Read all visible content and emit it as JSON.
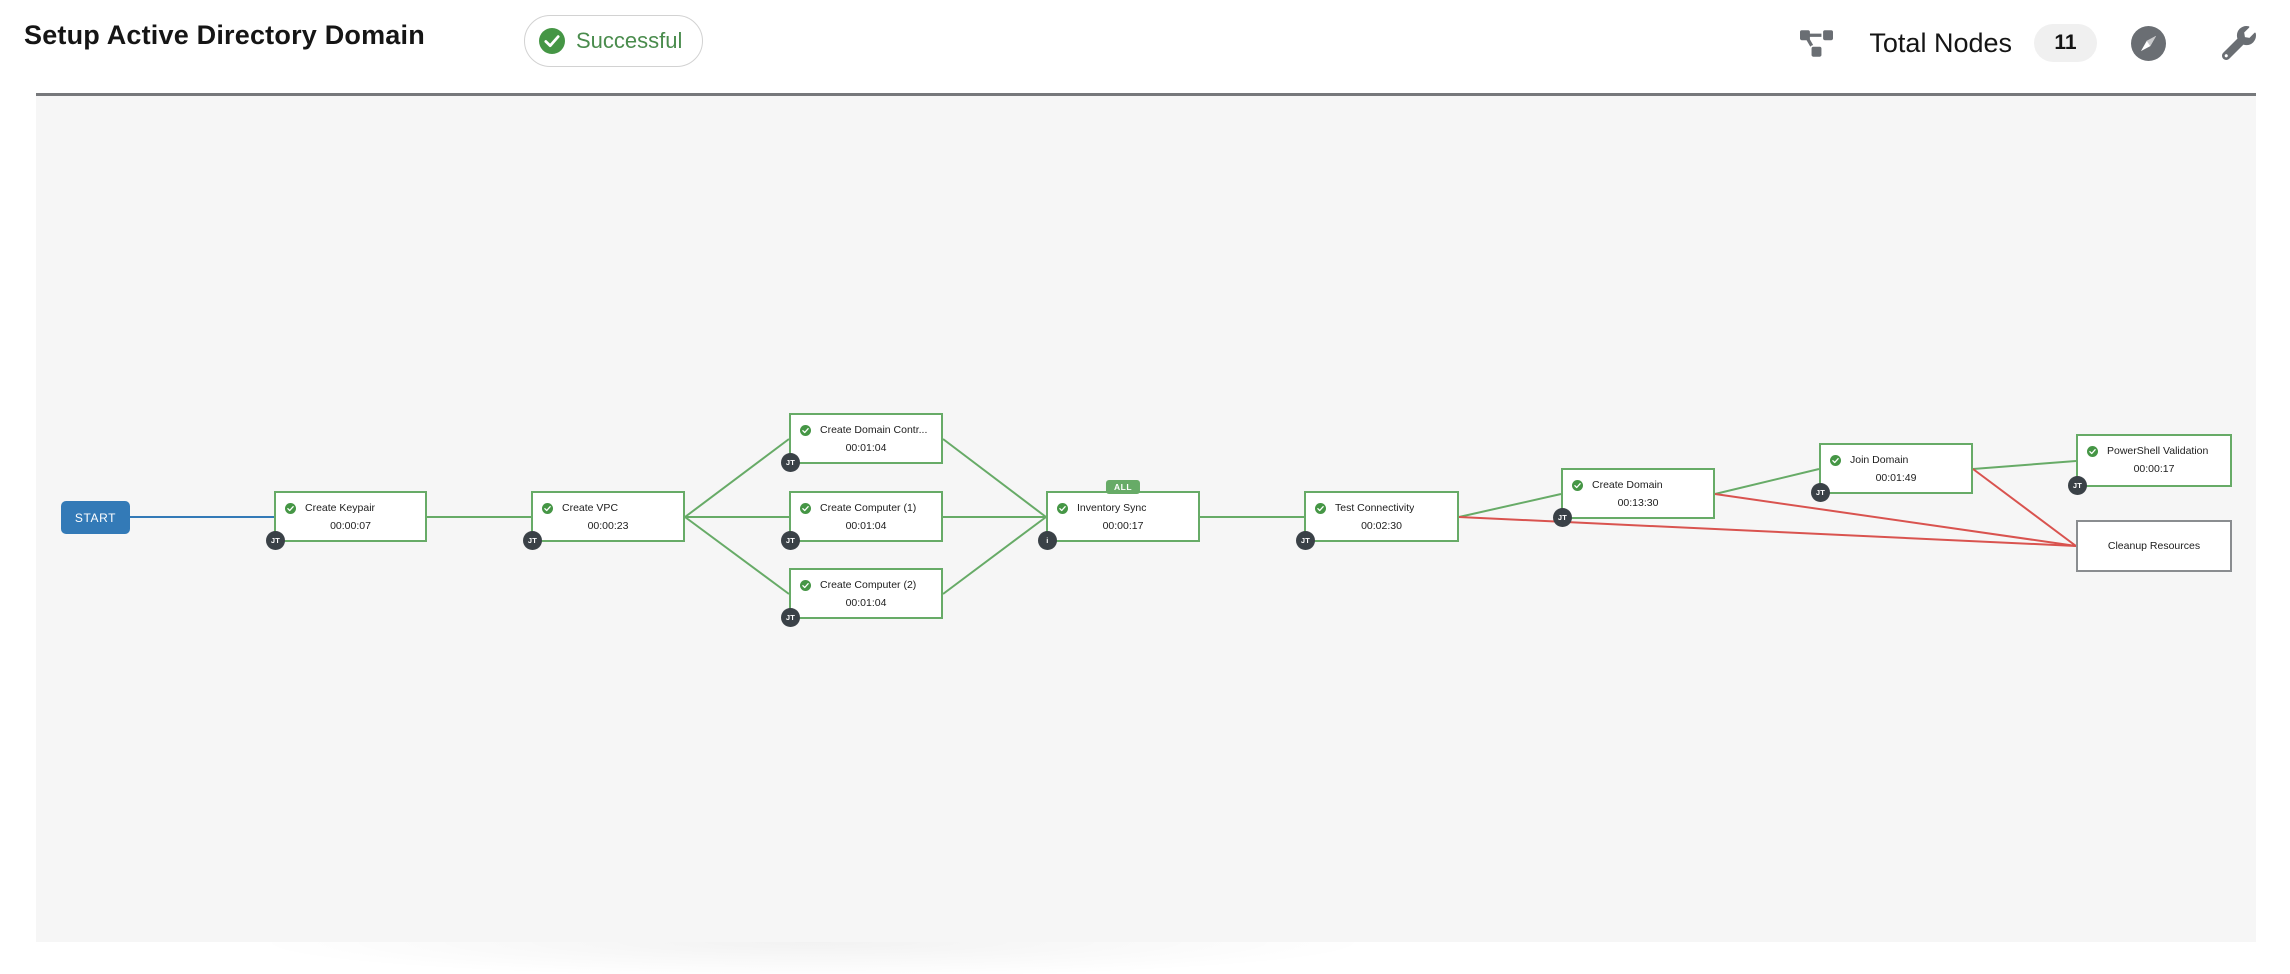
{
  "colors": {
    "green": "#67ab67",
    "green-dark": "#459645",
    "red": "#d9534f",
    "blue": "#337ab7",
    "badge-dark": "#3a4147",
    "gray-border": "#8a8d90",
    "header-text": "#151515",
    "canvas-bg": "#f6f6f6",
    "divider": "#76787b",
    "success-text": "#4a8c4d",
    "icon-gray": "#6a6e73"
  },
  "header": {
    "title": "Setup Active Directory Domain",
    "status": "Successful",
    "total_nodes_label": "Total Nodes",
    "total_nodes_count": "11",
    "icons": [
      "project-diagram-icon",
      "compass-zoom-fit-icon",
      "wrench-tools-icon"
    ]
  },
  "workflow": {
    "start_label": "START",
    "nodes": [
      {
        "name": "Create Keypair",
        "elapsed": "00:00:07",
        "badge": "JT",
        "status": "successful"
      },
      {
        "name": "Create VPC",
        "elapsed": "00:00:23",
        "badge": "JT",
        "status": "successful"
      },
      {
        "name": "Create Domain Contr...",
        "elapsed": "00:01:04",
        "badge": "JT",
        "status": "successful"
      },
      {
        "name": "Create Computer (1)",
        "elapsed": "00:01:04",
        "badge": "JT",
        "status": "successful"
      },
      {
        "name": "Create Computer (2)",
        "elapsed": "00:01:04",
        "badge": "JT",
        "status": "successful"
      },
      {
        "name": "Inventory Sync",
        "elapsed": "00:00:17",
        "badge": "i",
        "status": "successful",
        "convergence": "ALL"
      },
      {
        "name": "Test Connectivity",
        "elapsed": "00:02:30",
        "badge": "JT",
        "status": "successful"
      },
      {
        "name": "Create Domain",
        "elapsed": "00:13:30",
        "badge": "JT",
        "status": "successful"
      },
      {
        "name": "Join Domain",
        "elapsed": "00:01:49",
        "badge": "JT",
        "status": "successful"
      },
      {
        "name": "PowerShell Validation",
        "elapsed": "00:00:17",
        "badge": "JT",
        "status": "successful"
      },
      {
        "name": "Cleanup Resources",
        "elapsed": "",
        "badge": "",
        "status": "not-run"
      }
    ],
    "links": [
      {
        "from": "START",
        "to": "Create Keypair",
        "type": "start"
      },
      {
        "from": "Create Keypair",
        "to": "Create VPC",
        "type": "success"
      },
      {
        "from": "Create VPC",
        "to": "Create Domain Contr...",
        "type": "success"
      },
      {
        "from": "Create VPC",
        "to": "Create Computer (1)",
        "type": "success"
      },
      {
        "from": "Create VPC",
        "to": "Create Computer (2)",
        "type": "success"
      },
      {
        "from": "Create Domain Contr...",
        "to": "Inventory Sync",
        "type": "success"
      },
      {
        "from": "Create Computer (1)",
        "to": "Inventory Sync",
        "type": "success"
      },
      {
        "from": "Create Computer (2)",
        "to": "Inventory Sync",
        "type": "success"
      },
      {
        "from": "Inventory Sync",
        "to": "Test Connectivity",
        "type": "success"
      },
      {
        "from": "Test Connectivity",
        "to": "Create Domain",
        "type": "success"
      },
      {
        "from": "Test Connectivity",
        "to": "Cleanup Resources",
        "type": "failure"
      },
      {
        "from": "Create Domain",
        "to": "Join Domain",
        "type": "success"
      },
      {
        "from": "Create Domain",
        "to": "Cleanup Resources",
        "type": "failure"
      },
      {
        "from": "Join Domain",
        "to": "PowerShell Validation",
        "type": "success"
      },
      {
        "from": "Join Domain",
        "to": "Cleanup Resources",
        "type": "failure"
      }
    ]
  }
}
